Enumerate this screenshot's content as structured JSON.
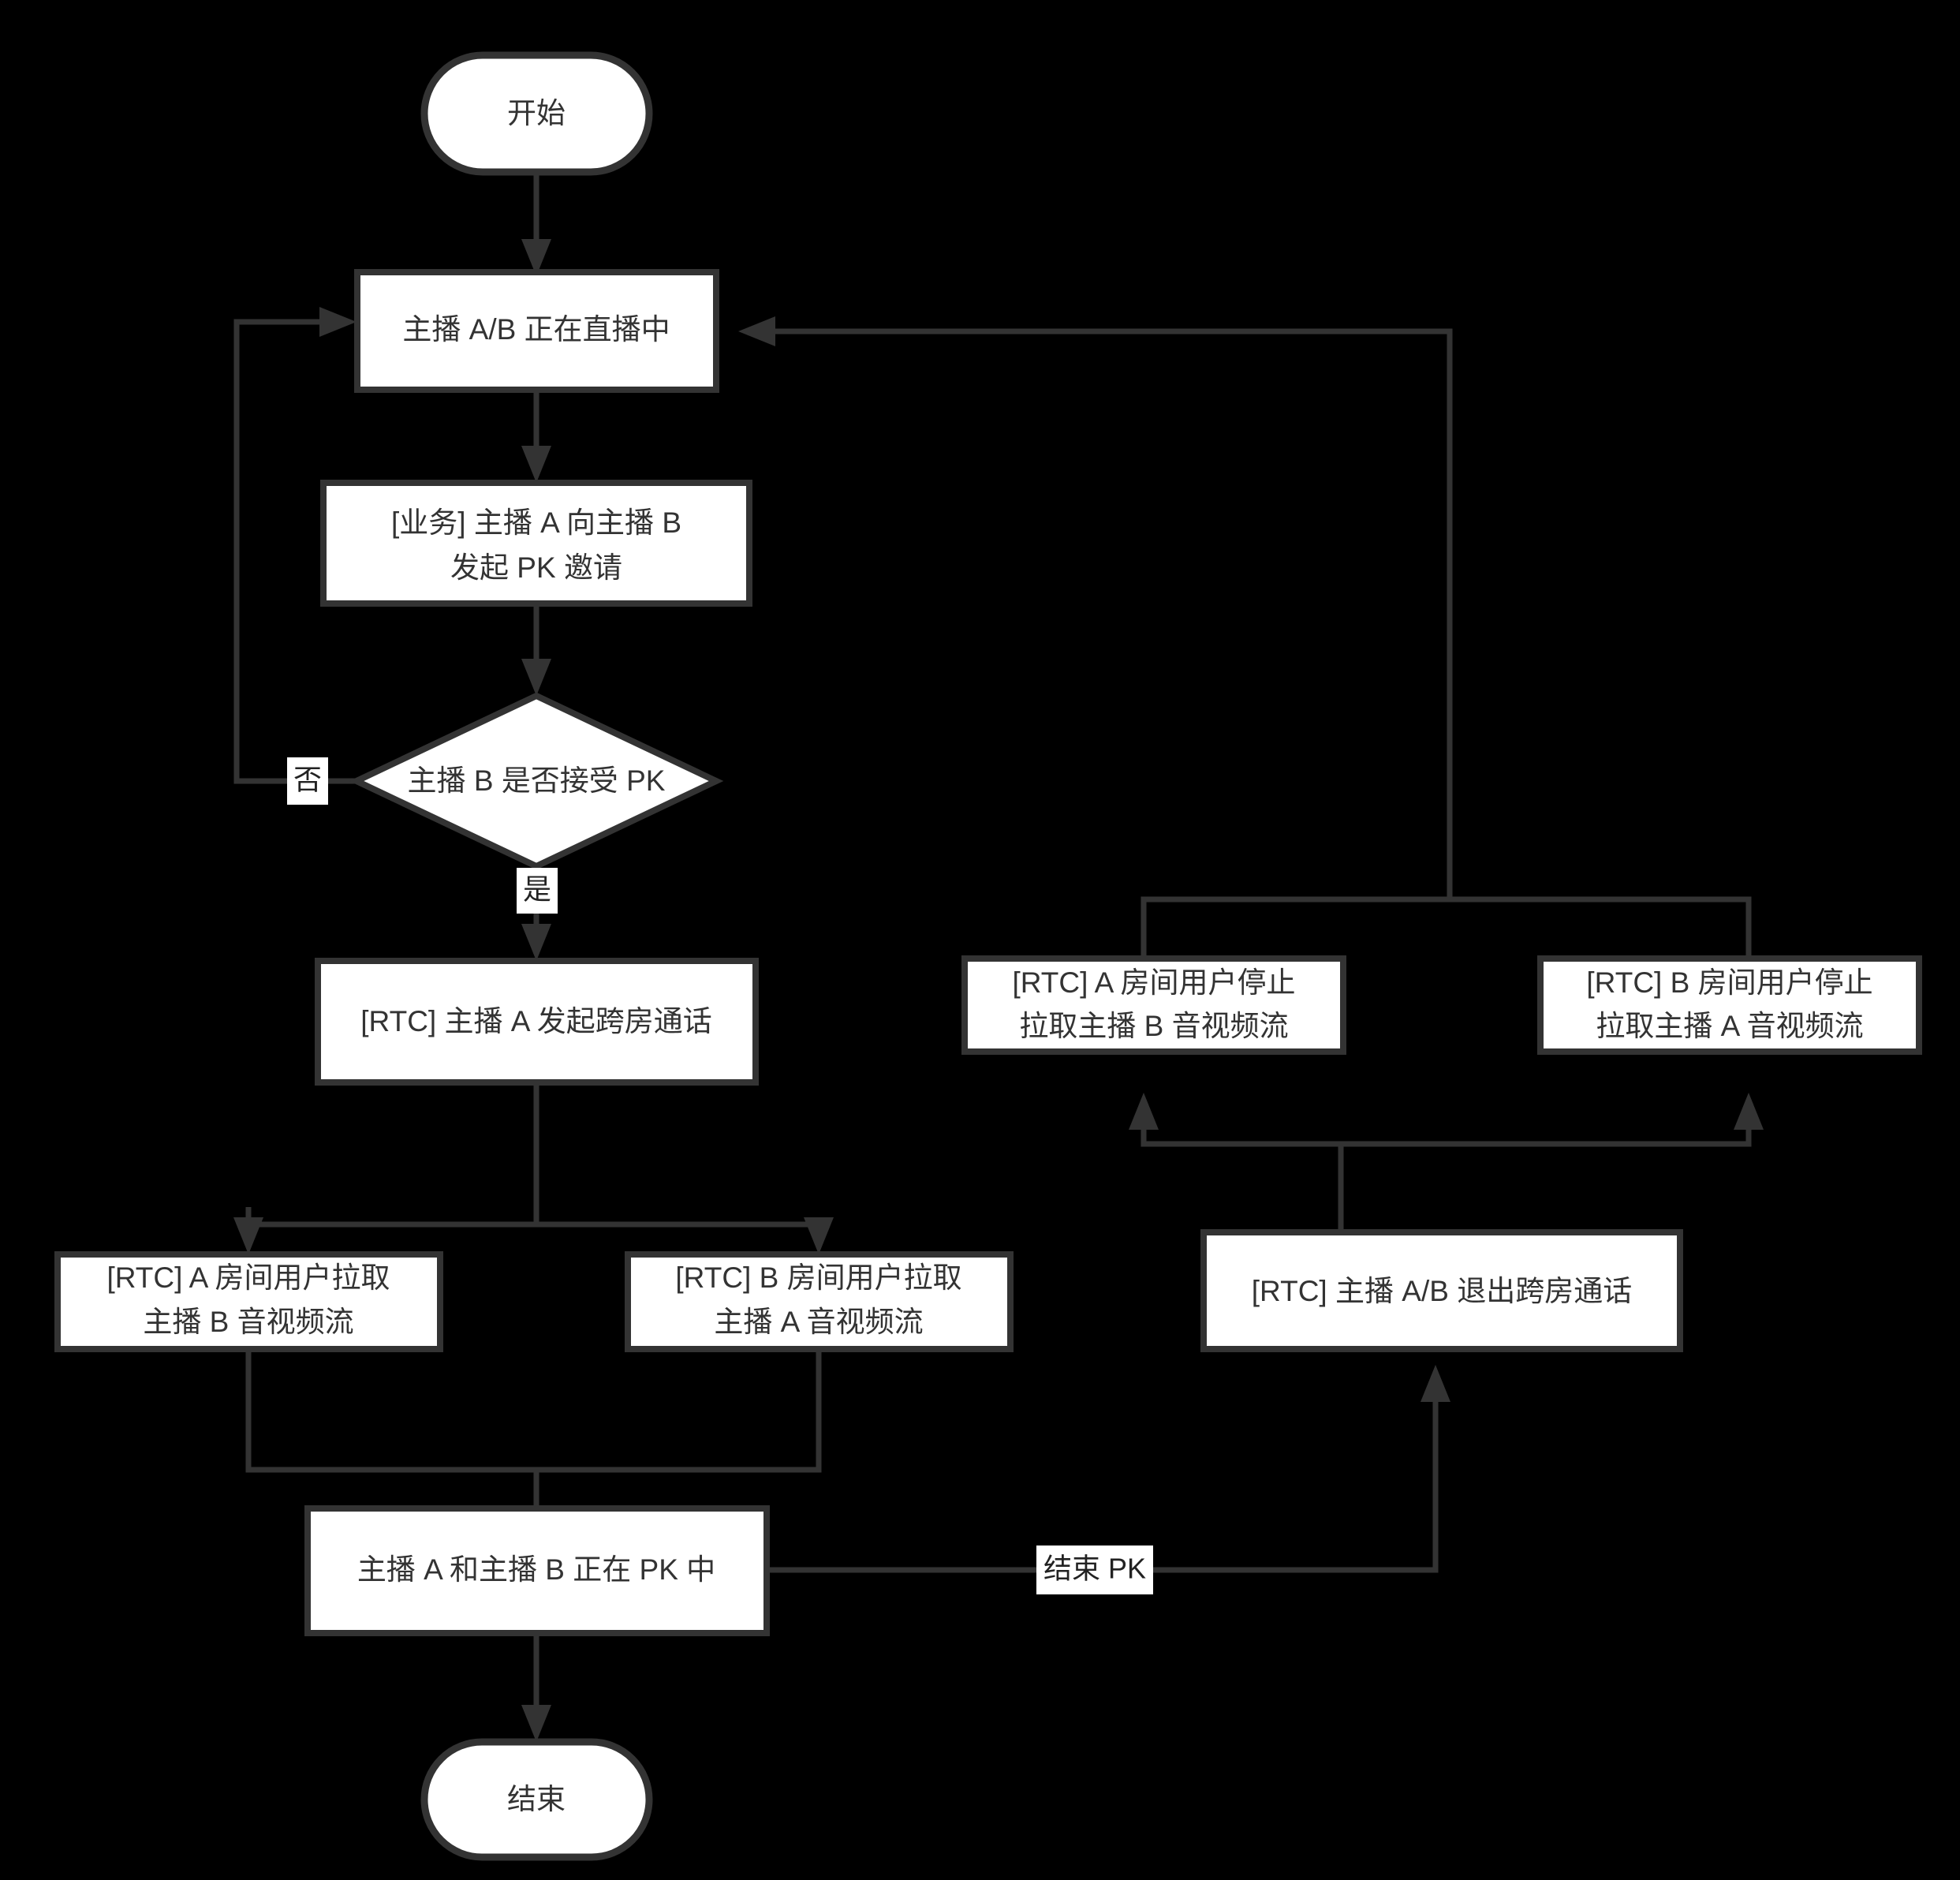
{
  "diagram": {
    "type": "flowchart",
    "orientation": "top-down",
    "background_color": "#000000",
    "node_fill_color": "#ffffff",
    "node_stroke_color": "#333333",
    "text_color": "#333333",
    "nodes": [
      {
        "id": "start",
        "shape": "stadium",
        "label": "开始"
      },
      {
        "id": "living",
        "shape": "rectangle",
        "label": "主播 A/B 正在直播中"
      },
      {
        "id": "invite_l1",
        "shape": "rectangle",
        "label": "[业务] 主播 A 向主播 B"
      },
      {
        "id": "invite_l2",
        "shape": "rectangle",
        "label": "发起 PK 邀请"
      },
      {
        "id": "decision",
        "shape": "diamond",
        "label": "主播 B 是否接受 PK"
      },
      {
        "id": "rtc_start",
        "shape": "rectangle",
        "label": "[RTC] 主播 A 发起跨房通话"
      },
      {
        "id": "pull_a_l1",
        "shape": "rectangle",
        "label": "[RTC] A 房间用户拉取"
      },
      {
        "id": "pull_a_l2",
        "shape": "rectangle",
        "label": "主播 B 音视频流"
      },
      {
        "id": "pull_b_l1",
        "shape": "rectangle",
        "label": "[RTC] B 房间用户拉取"
      },
      {
        "id": "pull_b_l2",
        "shape": "rectangle",
        "label": "主播 A 音视频流"
      },
      {
        "id": "pking",
        "shape": "rectangle",
        "label": "主播 A 和主播 B 正在 PK 中"
      },
      {
        "id": "leave",
        "shape": "rectangle",
        "label": "[RTC] 主播 A/B 退出跨房通话"
      },
      {
        "id": "stop_a_l1",
        "shape": "rectangle",
        "label": "[RTC] A 房间用户停止"
      },
      {
        "id": "stop_a_l2",
        "shape": "rectangle",
        "label": "拉取主播 B 音视频流"
      },
      {
        "id": "stop_b_l1",
        "shape": "rectangle",
        "label": "[RTC] B 房间用户停止"
      },
      {
        "id": "stop_b_l2",
        "shape": "rectangle",
        "label": "拉取主播 A 音视频流"
      },
      {
        "id": "end",
        "shape": "stadium",
        "label": "结束"
      }
    ],
    "edge_labels": {
      "no": "否",
      "yes": "是",
      "end_pk": "结束 PK"
    },
    "edges": [
      {
        "from": "start",
        "to": "living",
        "label": ""
      },
      {
        "from": "living",
        "to": "invite",
        "label": ""
      },
      {
        "from": "invite",
        "to": "decision",
        "label": ""
      },
      {
        "from": "decision",
        "to": "living",
        "label": "否"
      },
      {
        "from": "decision",
        "to": "rtc_start",
        "label": "是"
      },
      {
        "from": "rtc_start",
        "to": "pull_a",
        "label": ""
      },
      {
        "from": "rtc_start",
        "to": "pull_b",
        "label": ""
      },
      {
        "from": "pull_a",
        "to": "pking",
        "label": ""
      },
      {
        "from": "pull_b",
        "to": "pking",
        "label": ""
      },
      {
        "from": "pking",
        "to": "end",
        "label": ""
      },
      {
        "from": "pking",
        "to": "leave",
        "label": "结束 PK"
      },
      {
        "from": "leave",
        "to": "stop_a",
        "label": ""
      },
      {
        "from": "leave",
        "to": "stop_b",
        "label": ""
      },
      {
        "from": "stop_a",
        "to": "living",
        "label": ""
      },
      {
        "from": "stop_b",
        "to": "living",
        "label": ""
      }
    ]
  }
}
